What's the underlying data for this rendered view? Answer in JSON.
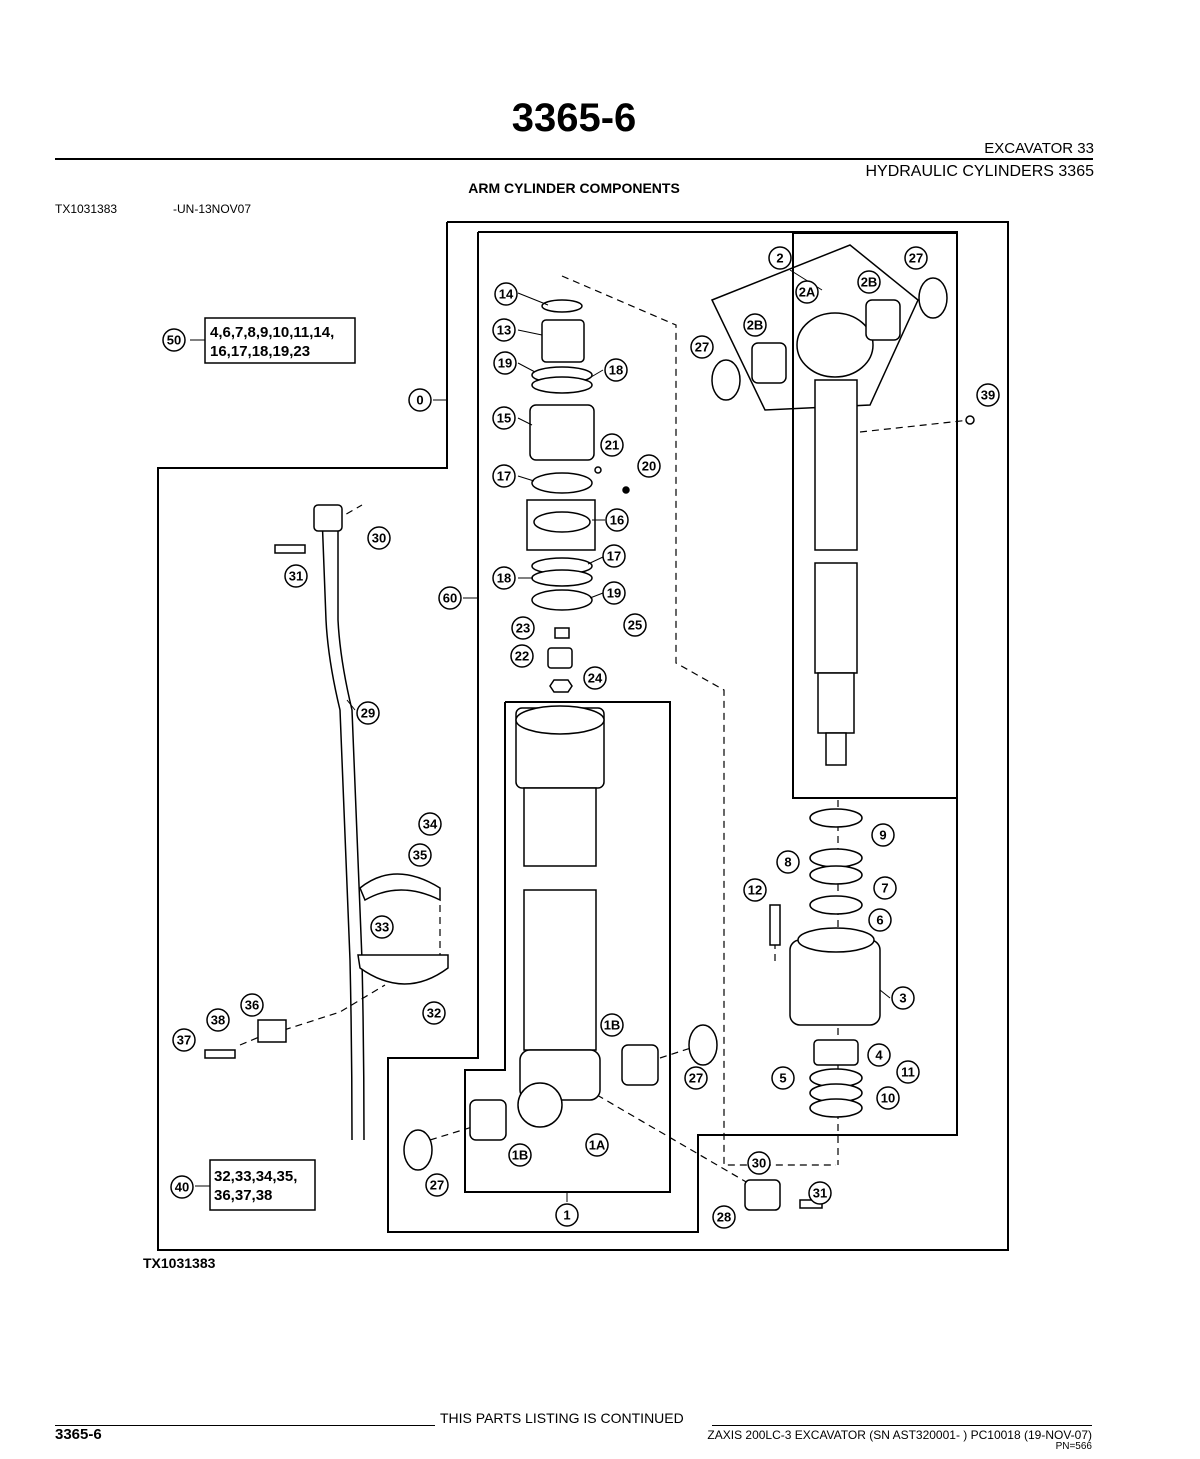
{
  "header": {
    "page_title": "3365-6",
    "section_major": "EXCAVATOR  33",
    "section_minor": "HYDRAULIC CYLINDERS 3365",
    "figure_title": "ARM CYLINDER COMPONENTS",
    "figure_id": "TX1031383",
    "figure_date": "-UN-13NOV07"
  },
  "diagram": {
    "callouts": [
      "0",
      "1",
      "1A",
      "1B",
      "1B",
      "2",
      "2A",
      "2B",
      "2B",
      "3",
      "4",
      "5",
      "6",
      "7",
      "8",
      "9",
      "10",
      "11",
      "12",
      "13",
      "14",
      "15",
      "16",
      "17",
      "17",
      "18",
      "18",
      "19",
      "19",
      "20",
      "21",
      "22",
      "23",
      "24",
      "25",
      "27",
      "27",
      "27",
      "27",
      "28",
      "29",
      "30",
      "30",
      "31",
      "31",
      "32",
      "33",
      "34",
      "35",
      "36",
      "37",
      "38",
      "39",
      "40",
      "50",
      "60"
    ],
    "kit_50": {
      "number": "50",
      "line1": "4,6,7,8,9,10,11,14,",
      "line2": "16,17,18,19,23"
    },
    "kit_40": {
      "number": "40",
      "line1": "32,33,34,35,",
      "line2": "36,37,38"
    }
  },
  "footer": {
    "figure_caption": "TX1031383",
    "continued": "THIS PARTS LISTING IS CONTINUED",
    "page_number": "3365-6",
    "footer_text": "ZAXIS 200LC-3 EXCAVATOR (SN AST320001-  )   PC10018    (19-NOV-07)",
    "pn": "PN=566"
  }
}
